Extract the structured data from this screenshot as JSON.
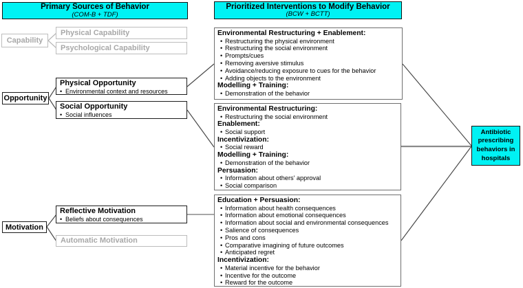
{
  "colors": {
    "accent": "#00f2f4",
    "active_border": "#1b1b1b",
    "intervention_border": "#6e6e6e",
    "inactive_border": "#bcbcbc",
    "inactive_text": "#a8a8a8",
    "line_dark": "#4a4a4a",
    "line_mid": "#8a8a8a",
    "line_light": "#b8b8b8",
    "text": "#000000",
    "background": "#ffffff"
  },
  "bullet_glyph": "•",
  "headers": {
    "left": {
      "title": "Primary Sources of Behavior",
      "subtitle": "(COM-B + TDF)"
    },
    "right": {
      "title": "Prioritized Interventions to Modify Behavior",
      "subtitle": "(BCW + BCTT)"
    }
  },
  "sources": [
    {
      "label": "Capability",
      "active": false,
      "children": [
        {
          "title": "Physical Capability",
          "active": false,
          "bullets": []
        },
        {
          "title": "Psychological Capability",
          "active": false,
          "bullets": []
        }
      ]
    },
    {
      "label": "Opportunity",
      "active": true,
      "children": [
        {
          "title": "Physical Opportunity",
          "active": true,
          "bullets": [
            "Environmental context and resources"
          ]
        },
        {
          "title": "Social Opportunity",
          "active": true,
          "bullets": [
            "Social influences"
          ]
        }
      ]
    },
    {
      "label": "Motivation",
      "active": true,
      "children": [
        {
          "title": "Reflective Motivation",
          "active": true,
          "bullets": [
            "Beliefs about consequences"
          ]
        },
        {
          "title": "Automatic Motivation",
          "active": false,
          "bullets": []
        }
      ]
    }
  ],
  "interventions": [
    {
      "sections": [
        {
          "heading": "Environmental Restructuring + Enablement:",
          "bullets": [
            "Restructuring the physical environment",
            "Restructuring the social environment",
            "Prompts/cues",
            "Removing aversive stimulus",
            "Avoidance/reducing exposure to cues for the behavior",
            "Adding objects to the environment"
          ]
        },
        {
          "heading": "Modelling + Training:",
          "bullets": [
            "Demonstration of the behavior"
          ]
        }
      ]
    },
    {
      "sections": [
        {
          "heading": "Environmental Restructuring:",
          "bullets": [
            "Restructuring the social environment"
          ]
        },
        {
          "heading": "Enablement:",
          "bullets": [
            "Social support"
          ]
        },
        {
          "heading": "Incentivization:",
          "bullets": [
            "Social reward"
          ]
        },
        {
          "heading": "Modelling + Training:",
          "bullets": [
            "Demonstration of the behavior"
          ]
        },
        {
          "heading": "Persuasion:",
          "bullets": [
            "Information about others' approval",
            "Social comparison"
          ]
        }
      ]
    },
    {
      "sections": [
        {
          "heading": "Education + Persuasion:",
          "bullets": [
            "Information about health consequences",
            "Information about emotional consequences",
            "Information about social and environmental consequences",
            "Salience of consequences",
            "Pros and cons",
            "Comparative imagining of future outcomes",
            "Anticipated regret"
          ]
        },
        {
          "heading": "Incentivization:",
          "bullets": [
            "Material incentive for the behavior",
            "Incentive for the outcome",
            "Reward for the outcome"
          ]
        }
      ]
    }
  ],
  "outcome": {
    "label": "Antibiotic prescribing behaviors in hospitals"
  }
}
